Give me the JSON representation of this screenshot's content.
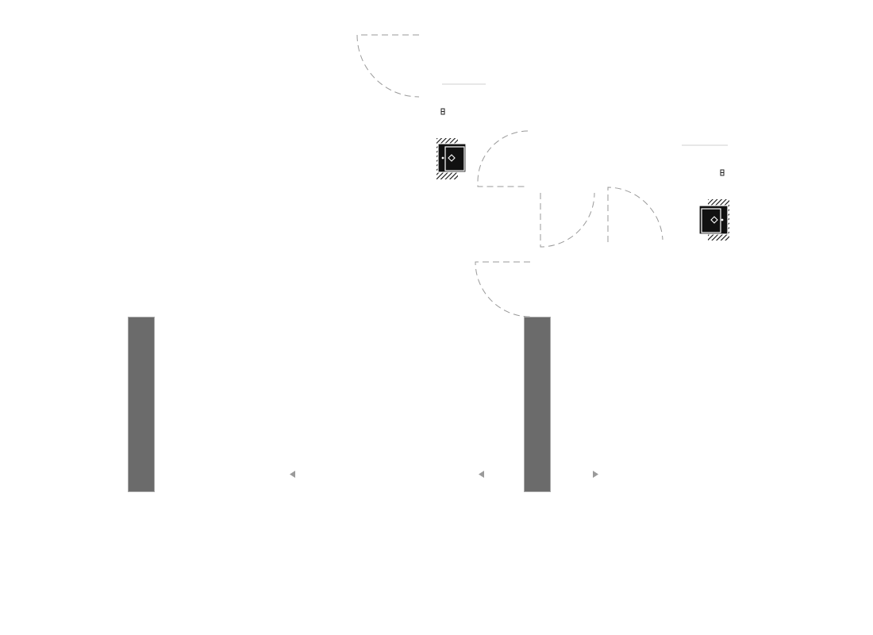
{
  "colors": {
    "background": "#ffffff",
    "swing_line": "#9a9a9a",
    "faint_line": "#cfcfcf",
    "wall_panel_fill": "#6b6b6b",
    "wall_panel_stroke": "#a8a8a8",
    "door_fill": "#111111",
    "door_stroke": "#ffffff",
    "marker": "#9a9a9a",
    "tag": "#222222"
  },
  "icons": {
    "wall_panels": "wall-panel",
    "door_swings": "door-swing-arc",
    "door_units": "door-symbol",
    "tags": "door-tag-marker",
    "markers": "direction-arrow-marker"
  }
}
